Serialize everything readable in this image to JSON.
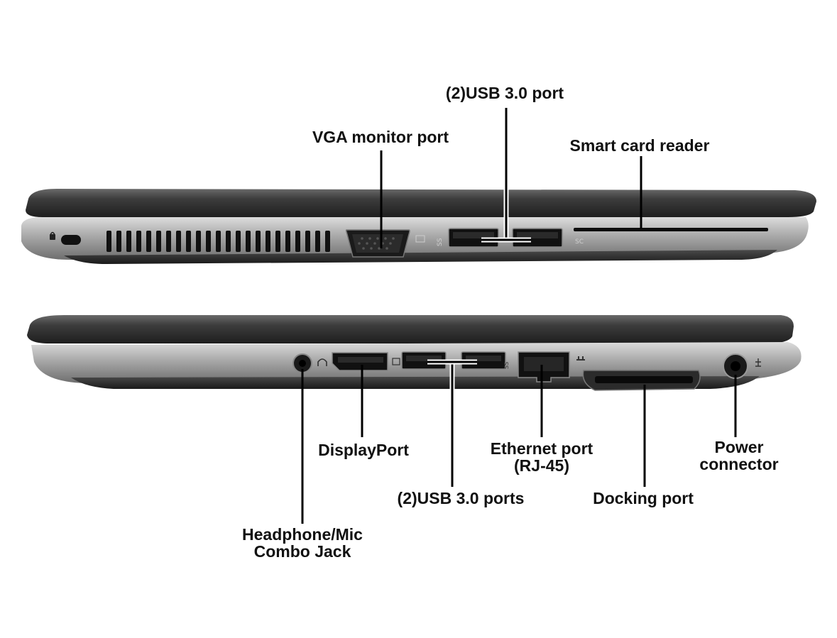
{
  "left_side": {
    "labels": {
      "usb": "(2)USB 3.0 port",
      "vga": "VGA monitor port",
      "smart_card": "Smart card reader"
    },
    "port_markings": {
      "usb": "SS",
      "smart_card": "SC"
    }
  },
  "right_side": {
    "labels": {
      "displayport": "DisplayPort",
      "ethernet_line1": "Ethernet port",
      "ethernet_line2": "(RJ-45)",
      "power_line1": "Power",
      "power_line2": "connector",
      "usb": "(2)USB 3.0 ports",
      "docking": "Docking port",
      "headphone_line1": "Headphone/Mic",
      "headphone_line2": "Combo Jack"
    }
  },
  "colors": {
    "lid": "#3a3a3a",
    "chassis": "#9a9a9a",
    "port": "#111111",
    "label_text": "#111111"
  }
}
